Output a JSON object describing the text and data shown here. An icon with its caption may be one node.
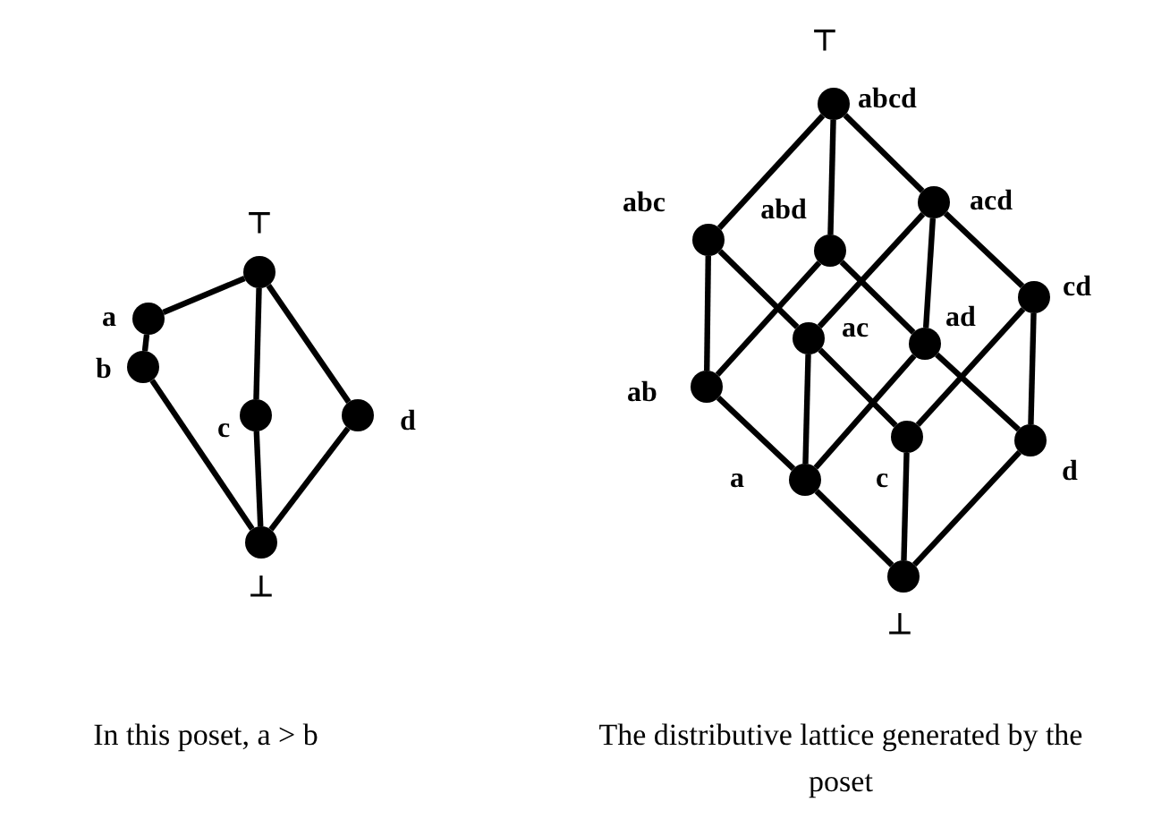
{
  "diagram": {
    "nodes": [
      {
        "text": [],
        "shape": "circle",
        "beside": [
          "⊤"
        ]
      },
      {
        "text": [],
        "shape": "circle",
        "beside": [
          "a"
        ]
      },
      {
        "text": [],
        "shape": "circle",
        "beside": [
          "b"
        ]
      },
      {
        "text": [],
        "shape": "circle",
        "beside": [
          "c"
        ]
      },
      {
        "text": [],
        "shape": "circle",
        "beside": [
          "d"
        ]
      },
      {
        "text": [],
        "shape": "circle",
        "beside": [
          "⊥"
        ]
      },
      {
        "text": [],
        "shape": "circle",
        "beside": [
          "abcd",
          "⊤"
        ]
      },
      {
        "text": [],
        "shape": "circle",
        "beside": [
          "abc"
        ]
      },
      {
        "text": [],
        "shape": "circle",
        "beside": [
          "abd"
        ]
      },
      {
        "text": [],
        "shape": "circle",
        "beside": [
          "acd"
        ]
      },
      {
        "text": [],
        "shape": "circle",
        "beside": [
          "ac"
        ]
      },
      {
        "text": [],
        "shape": "circle",
        "beside": [
          "ad"
        ]
      },
      {
        "text": [],
        "shape": "circle",
        "beside": [
          "cd"
        ]
      },
      {
        "text": [],
        "shape": "circle",
        "beside": [
          "ab"
        ]
      },
      {
        "text": [],
        "shape": "circle",
        "beside": [
          "a"
        ]
      },
      {
        "text": [],
        "shape": "circle",
        "beside": [
          "c"
        ]
      },
      {
        "text": [],
        "shape": "circle",
        "beside": [
          "d"
        ]
      },
      {
        "text": [],
        "shape": "circle",
        "beside": [
          "⊥"
        ]
      }
    ],
    "edges": [
      {
        "from": 0,
        "to": 1,
        "arrow": "none"
      },
      {
        "from": 1,
        "to": 2,
        "arrow": "none"
      },
      {
        "from": 2,
        "to": 5,
        "arrow": "none"
      },
      {
        "from": 0,
        "to": 3,
        "arrow": "none"
      },
      {
        "from": 3,
        "to": 5,
        "arrow": "none"
      },
      {
        "from": 0,
        "to": 4,
        "arrow": "none"
      },
      {
        "from": 4,
        "to": 5,
        "arrow": "none"
      },
      {
        "from": 17,
        "to": 14,
        "arrow": "none"
      },
      {
        "from": 14,
        "to": 13,
        "arrow": "none"
      },
      {
        "from": 15,
        "to": 10,
        "arrow": "none"
      },
      {
        "from": 10,
        "to": 7,
        "arrow": "none"
      },
      {
        "from": 16,
        "to": 11,
        "arrow": "none"
      },
      {
        "from": 11,
        "to": 8,
        "arrow": "none"
      },
      {
        "from": 12,
        "to": 9,
        "arrow": "none"
      },
      {
        "from": 9,
        "to": 6,
        "arrow": "none"
      },
      {
        "from": 17,
        "to": 15,
        "arrow": "none"
      },
      {
        "from": 14,
        "to": 10,
        "arrow": "none"
      },
      {
        "from": 13,
        "to": 7,
        "arrow": "none"
      },
      {
        "from": 16,
        "to": 12,
        "arrow": "none"
      },
      {
        "from": 11,
        "to": 9,
        "arrow": "none"
      },
      {
        "from": 8,
        "to": 6,
        "arrow": "none"
      },
      {
        "from": 17,
        "to": 16,
        "arrow": "none"
      },
      {
        "from": 14,
        "to": 11,
        "arrow": "none"
      },
      {
        "from": 13,
        "to": 8,
        "arrow": "none"
      },
      {
        "from": 15,
        "to": 12,
        "arrow": "none"
      },
      {
        "from": 10,
        "to": 9,
        "arrow": "none"
      },
      {
        "from": 7,
        "to": 6,
        "arrow": "none"
      }
    ],
    "labels": [
      "In this poset, a > b",
      "The distributive lattice generated by the poset"
    ]
  }
}
